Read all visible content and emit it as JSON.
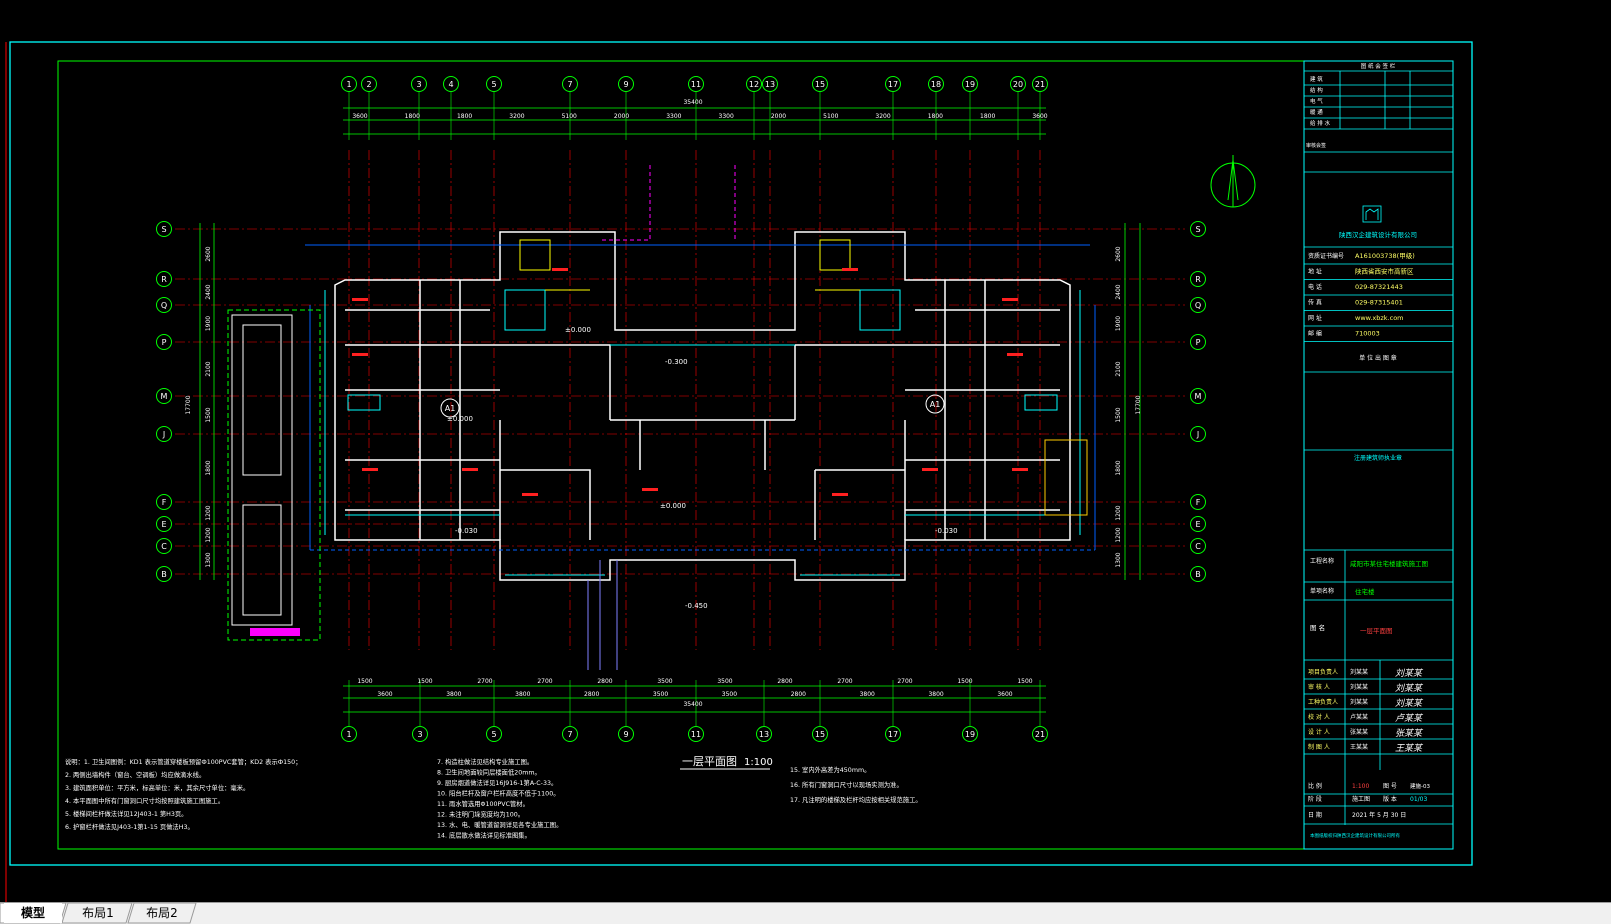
{
  "drawing": {
    "title": "一层平面图",
    "scale": "1:100",
    "total_dim_top": "35400",
    "total_dim_bottom": "35400",
    "axes_top": [
      "1",
      "2",
      "3",
      "4",
      "5",
      "7",
      "9",
      "11",
      "12",
      "13",
      "15",
      "17",
      "18",
      "19",
      "20",
      "21"
    ],
    "axes_bottom": [
      "1",
      "3",
      "5",
      "7",
      "9",
      "11",
      "13",
      "15",
      "17",
      "19",
      "21"
    ],
    "axes_left": [
      "S",
      "R",
      "Q",
      "P",
      "M",
      "J",
      "F",
      "E",
      "C",
      "B"
    ],
    "axes_right": [
      "S",
      "R",
      "Q",
      "P",
      "M",
      "J",
      "F",
      "E",
      "C",
      "B"
    ],
    "dims_top_row1": [
      "3600",
      "1800",
      "1800",
      "3200",
      "5100",
      "2000",
      "3300",
      "3300",
      "2000",
      "5100",
      "3200",
      "1800",
      "1800",
      "3600"
    ],
    "dims_bottom_row1": [
      "1500",
      "1500",
      "2700",
      "2700",
      "2800",
      "3500",
      "3500",
      "2800",
      "2700",
      "2700",
      "1500",
      "1500"
    ],
    "dims_bottom_row2": [
      "3600",
      "3800",
      "3800",
      "2800",
      "3500",
      "3500",
      "2800",
      "3800",
      "3800",
      "3600"
    ],
    "dims_left": [
      "2600",
      "2400",
      "1900",
      "2100",
      "1500",
      "1800",
      "1200",
      "1200",
      "1300"
    ],
    "total_dim_left": "17700",
    "total_dim_right": "17700",
    "levels": [
      "±0.000",
      "-0.300",
      "-0.450",
      "±0.000",
      "-0.030",
      "-0.030",
      "±0.000"
    ],
    "unit_labels": [
      "A1",
      "A1"
    ],
    "notes_left": [
      "说明：1. 卫生间图例：KD1 表示管道穿楼板预留Ф100PVC套管；KD2 表示Ф150；",
      "2. 两侧出墙构件（窗台、空调板）均应做滴水线。",
      "3. 建筑面积单位：平方米，标高单位：米，其余尺寸单位：毫米。",
      "4. 本平面图中所有门窗洞口尺寸均按照建筑施工图施工。",
      "5. 楼梯间栏杆做法详见12J403-1 第H3页。",
      "6. 护窗栏杆做法见J403-1第1-15 页做法H3。"
    ],
    "notes_mid": [
      "7. 构造柱做法见结构专业施工图。",
      "8. 卫生间地面较同层楼面低20mm。",
      "9. 厨房烟道做法详见16J916-1第A-C-33。",
      "10. 阳台栏杆及窗户栏杆高度不低于1100。",
      "11. 雨水管选用Φ100PVC管材。",
      "12. 未注明门垛宽度均为100。",
      "13. 水、电、暖管道留洞详见各专业施工图。",
      "14. 底层散水做法详见标准图集。"
    ],
    "notes_right": [
      "15. 室内外高差为450mm。",
      "16. 所有门窗洞口尺寸以现场实测为准。",
      "17. 凡注明的楼梯及栏杆均应按相关规范施工。"
    ]
  },
  "title_block": {
    "header": "图 纸 会 签 栏",
    "rows_top": [
      "建 筑",
      "结 构",
      "电 气",
      "暖 通",
      "给 排 水"
    ],
    "logo_text": "陕西汉企建筑设计有限公司",
    "cert_label": "资质证书编号",
    "cert_value": "A161003738(甲级)",
    "address_label": "地 址",
    "address_value": "陕西省西安市高新区",
    "tel_label": "电 话",
    "tel_value": "029-87321443",
    "fax_label": "传 真",
    "fax_value": "029-87315401",
    "web_label": "网 址",
    "web_value": "www.xbzk.com",
    "zip_label": "邮 编",
    "zip_value": "710003",
    "seal_label": "单 位 出 图 章",
    "reg_label": "注册建筑师执业章",
    "project_label": "工程名称",
    "project_value": "咸阳市某住宅楼建筑施工图",
    "item_label": "单项名称",
    "item_value": "住宅楼",
    "drawing_label": "图  名",
    "drawing_value": "一层平面图",
    "roles": [
      {
        "role": "项目负责人",
        "name": "刘某某",
        "sign": "刘某某"
      },
      {
        "role": "审 核 人",
        "name": "刘某某",
        "sign": "刘某某"
      },
      {
        "role": "工种负责人",
        "name": "刘某某",
        "sign": "刘某某"
      },
      {
        "role": "校 对 人",
        "name": "卢某某",
        "sign": "卢某某"
      },
      {
        "role": "设 计 人",
        "name": "张某某",
        "sign": "张某某"
      },
      {
        "role": "制 图 人",
        "name": "王某某",
        "sign": "王某某"
      }
    ],
    "scale_label": "比 例",
    "scale_value": "1:100",
    "sheet_label": "图 号",
    "sheet_value": "建施-03",
    "phase_label": "阶 段",
    "phase_value": "施工图",
    "date_label": "日 期",
    "date_value": "2021 年 5 月 30 日",
    "version_label": "版 本",
    "version_value": "01/03",
    "footer": "本图纸版权归陕西汉企建筑设计有限公司所有"
  },
  "tabs": [
    {
      "label": "模型",
      "active": true
    },
    {
      "label": "布局1",
      "active": false
    },
    {
      "label": "布局2",
      "active": false
    }
  ],
  "colors": {
    "background": "#000000",
    "frame": "#00ffff",
    "dimension": "#00ff00",
    "wall": "#ffffff",
    "axis": "#ff0000",
    "title_block": "#00ffff",
    "tab_bar": "#f0f0f0"
  }
}
